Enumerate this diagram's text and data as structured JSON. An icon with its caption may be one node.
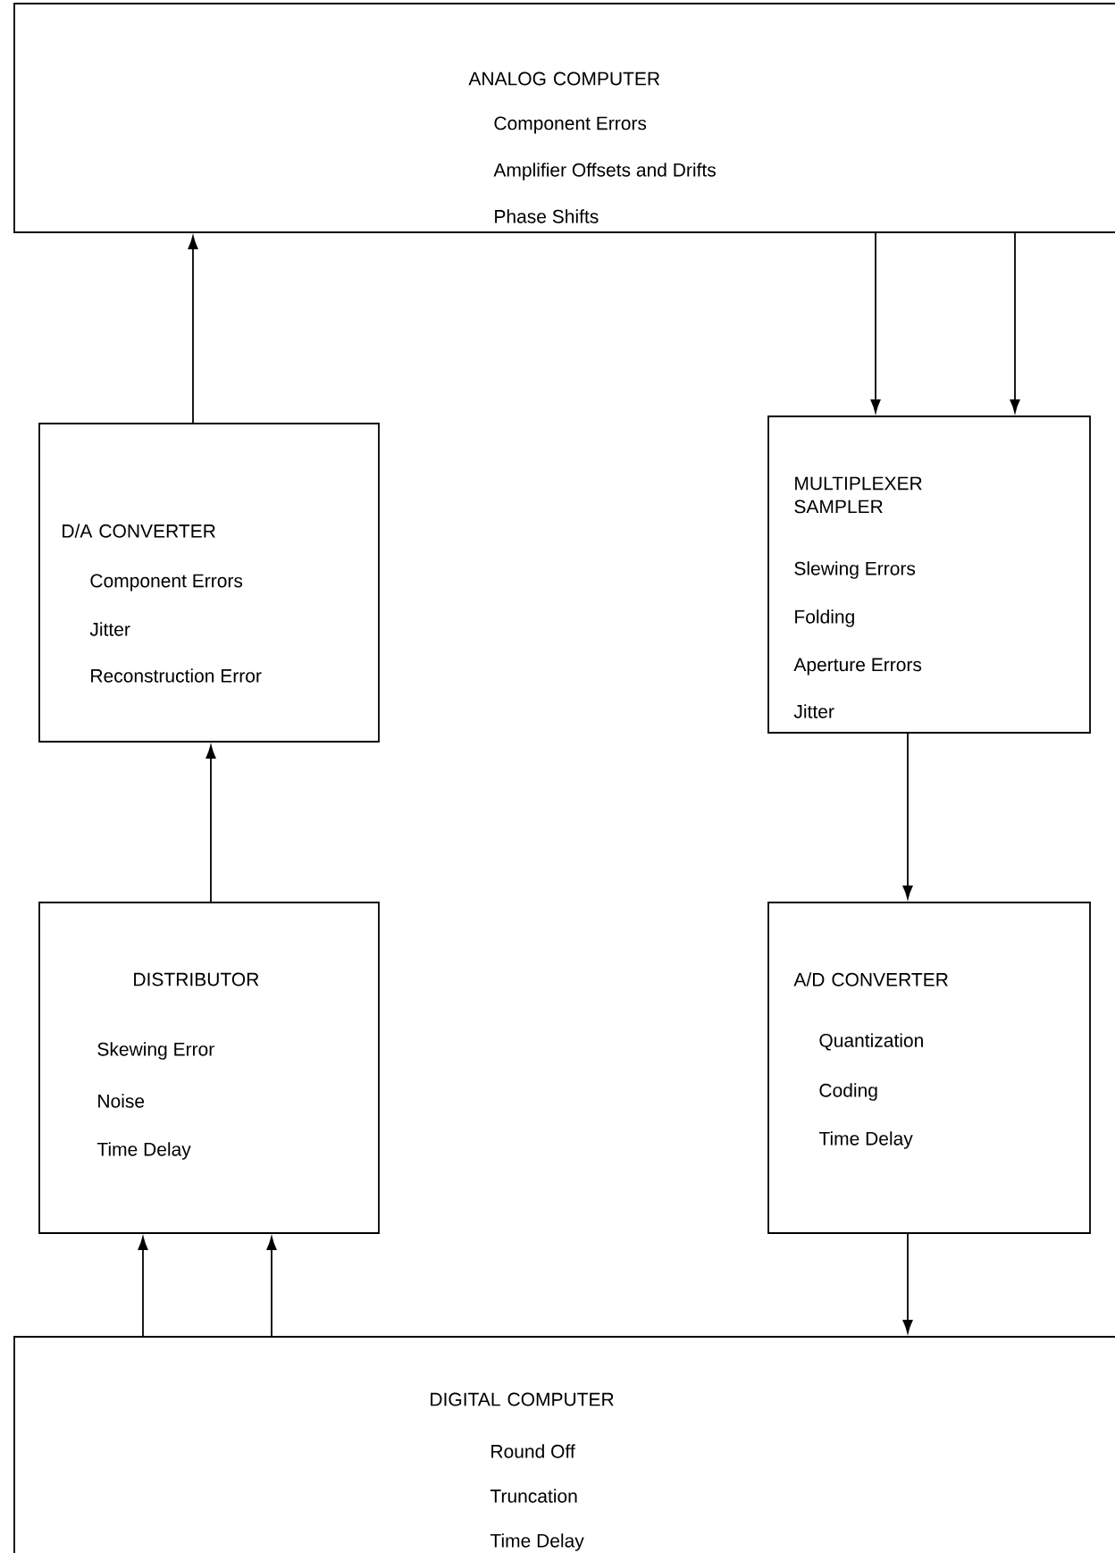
{
  "diagram": {
    "nodes": [
      {
        "text": [
          "ANALOG COMPUTER",
          "Component Errors",
          "Amplifier Offsets and Drifts",
          "Phase Shifts"
        ]
      },
      {
        "text": [
          "D/A CONVERTER",
          "Component Errors",
          "Jitter",
          "Reconstruction Error"
        ]
      },
      {
        "text": [
          "MULTIPLEXER SAMPLER",
          "Slewing Errors",
          "Folding",
          "Aperture Errors",
          "Jitter"
        ]
      },
      {
        "text": [
          "DISTRIBUTOR",
          "Skewing Error",
          "Noise",
          "Time Delay"
        ]
      },
      {
        "text": [
          "A/D CONVERTER",
          "Quantization",
          "Coding",
          "Time Delay"
        ]
      },
      {
        "text": [
          "DIGITAL COMPUTER",
          "Round Off",
          "Truncation",
          "Time Delay"
        ]
      }
    ],
    "edges": [
      {
        "from": 1,
        "to": 0,
        "arrow": "to"
      },
      {
        "from": 0,
        "to": 2,
        "arrow": "to"
      },
      {
        "from": 0,
        "to": 2,
        "arrow": "to"
      },
      {
        "from": 2,
        "to": 4,
        "arrow": "to"
      },
      {
        "from": 3,
        "to": 1,
        "arrow": "to"
      },
      {
        "from": 5,
        "to": 3,
        "arrow": "to"
      },
      {
        "from": 5,
        "to": 3,
        "arrow": "to"
      },
      {
        "from": 4,
        "to": 5,
        "arrow": "to"
      }
    ]
  }
}
